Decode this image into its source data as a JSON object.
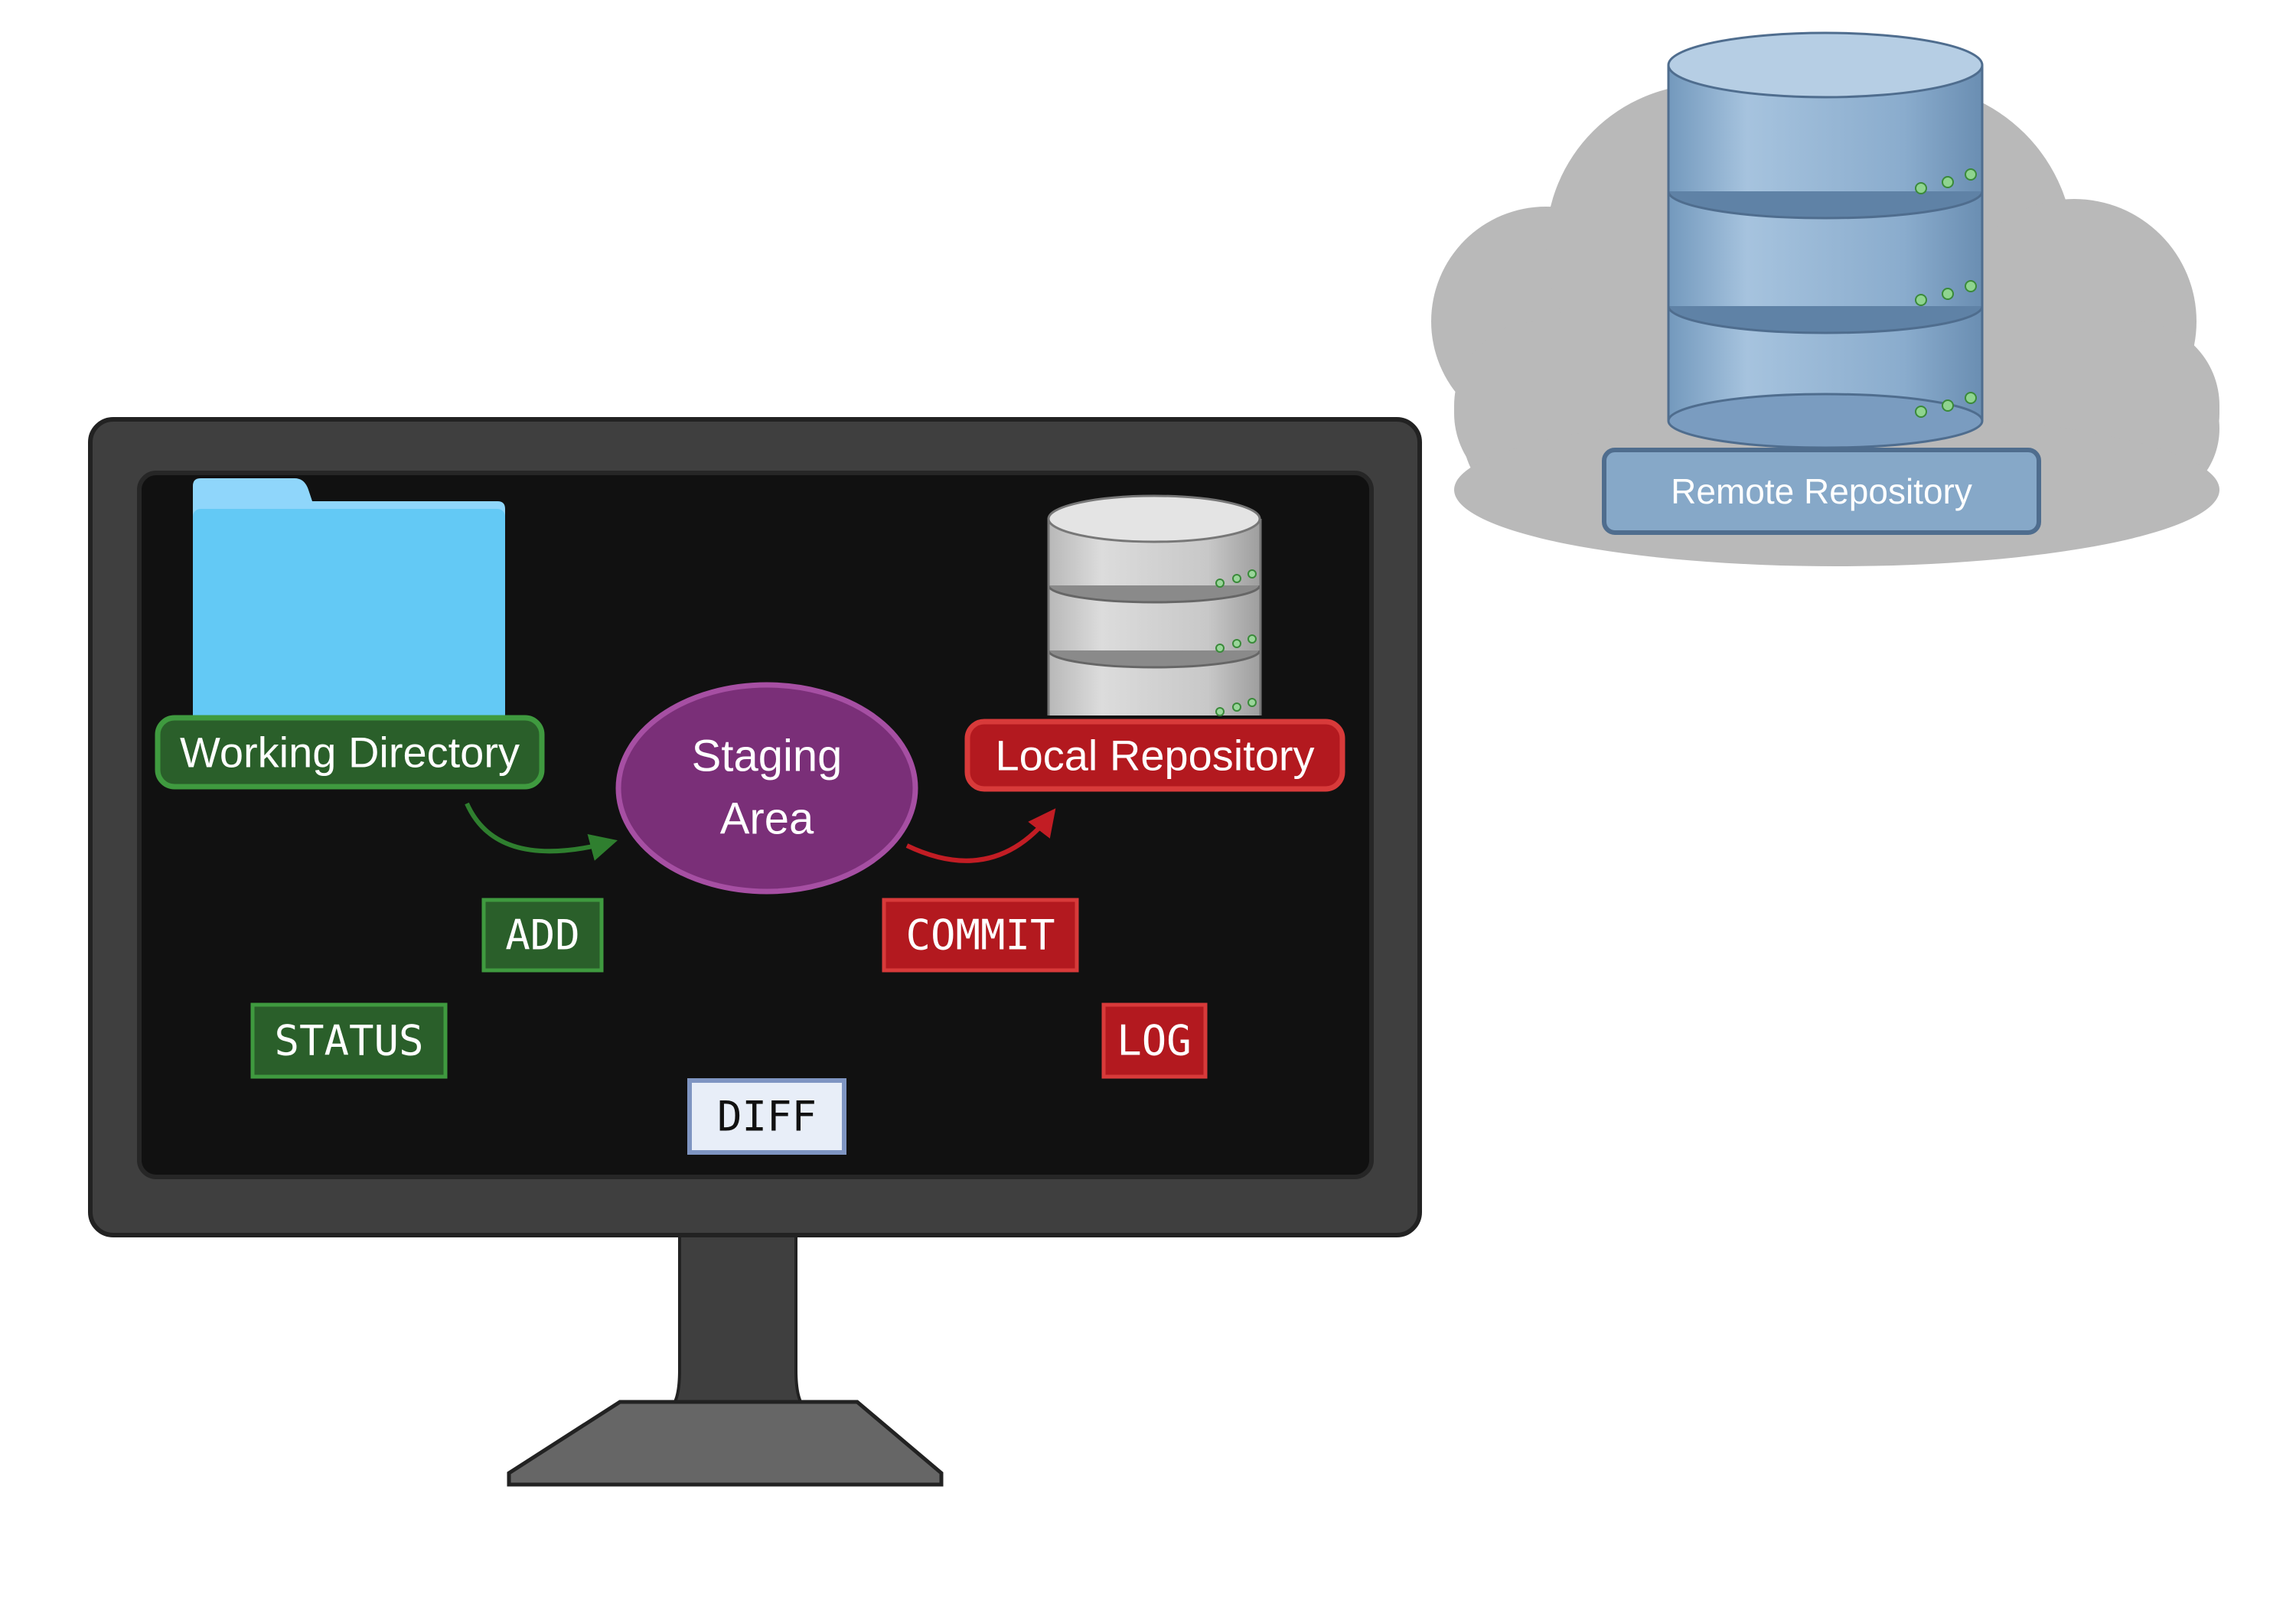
{
  "diagram": {
    "labels": {
      "working_directory": "Working Directory",
      "staging_area_line1": "Staging",
      "staging_area_line2": "Area",
      "local_repository": "Local Repository",
      "remote_repository": "Remote Repository"
    },
    "commands": {
      "add": "ADD",
      "commit": "COMMIT",
      "status": "STATUS",
      "log": "LOG",
      "diff": "DIFF"
    }
  },
  "colors": {
    "monitor_bezel": "#3f3f3f",
    "screen": "#111111",
    "green": "#2a6a2a",
    "green_border": "#3f9a3f",
    "red": "#b3191f",
    "red_border": "#d83a3a",
    "purple": "#7a2f78",
    "purple_border": "#a64fa3",
    "folder_blue": "#63c9f5",
    "cloud_gray": "#b8b8b8",
    "remote_db_blue": "#86a8c8",
    "local_db_gray": "#c9c9c9",
    "diff_bg": "#e8eef8",
    "diff_border": "#7f95c2"
  },
  "icons": [
    "folder-icon",
    "local-database-icon",
    "remote-database-icon",
    "cloud-icon",
    "monitor-icon"
  ]
}
